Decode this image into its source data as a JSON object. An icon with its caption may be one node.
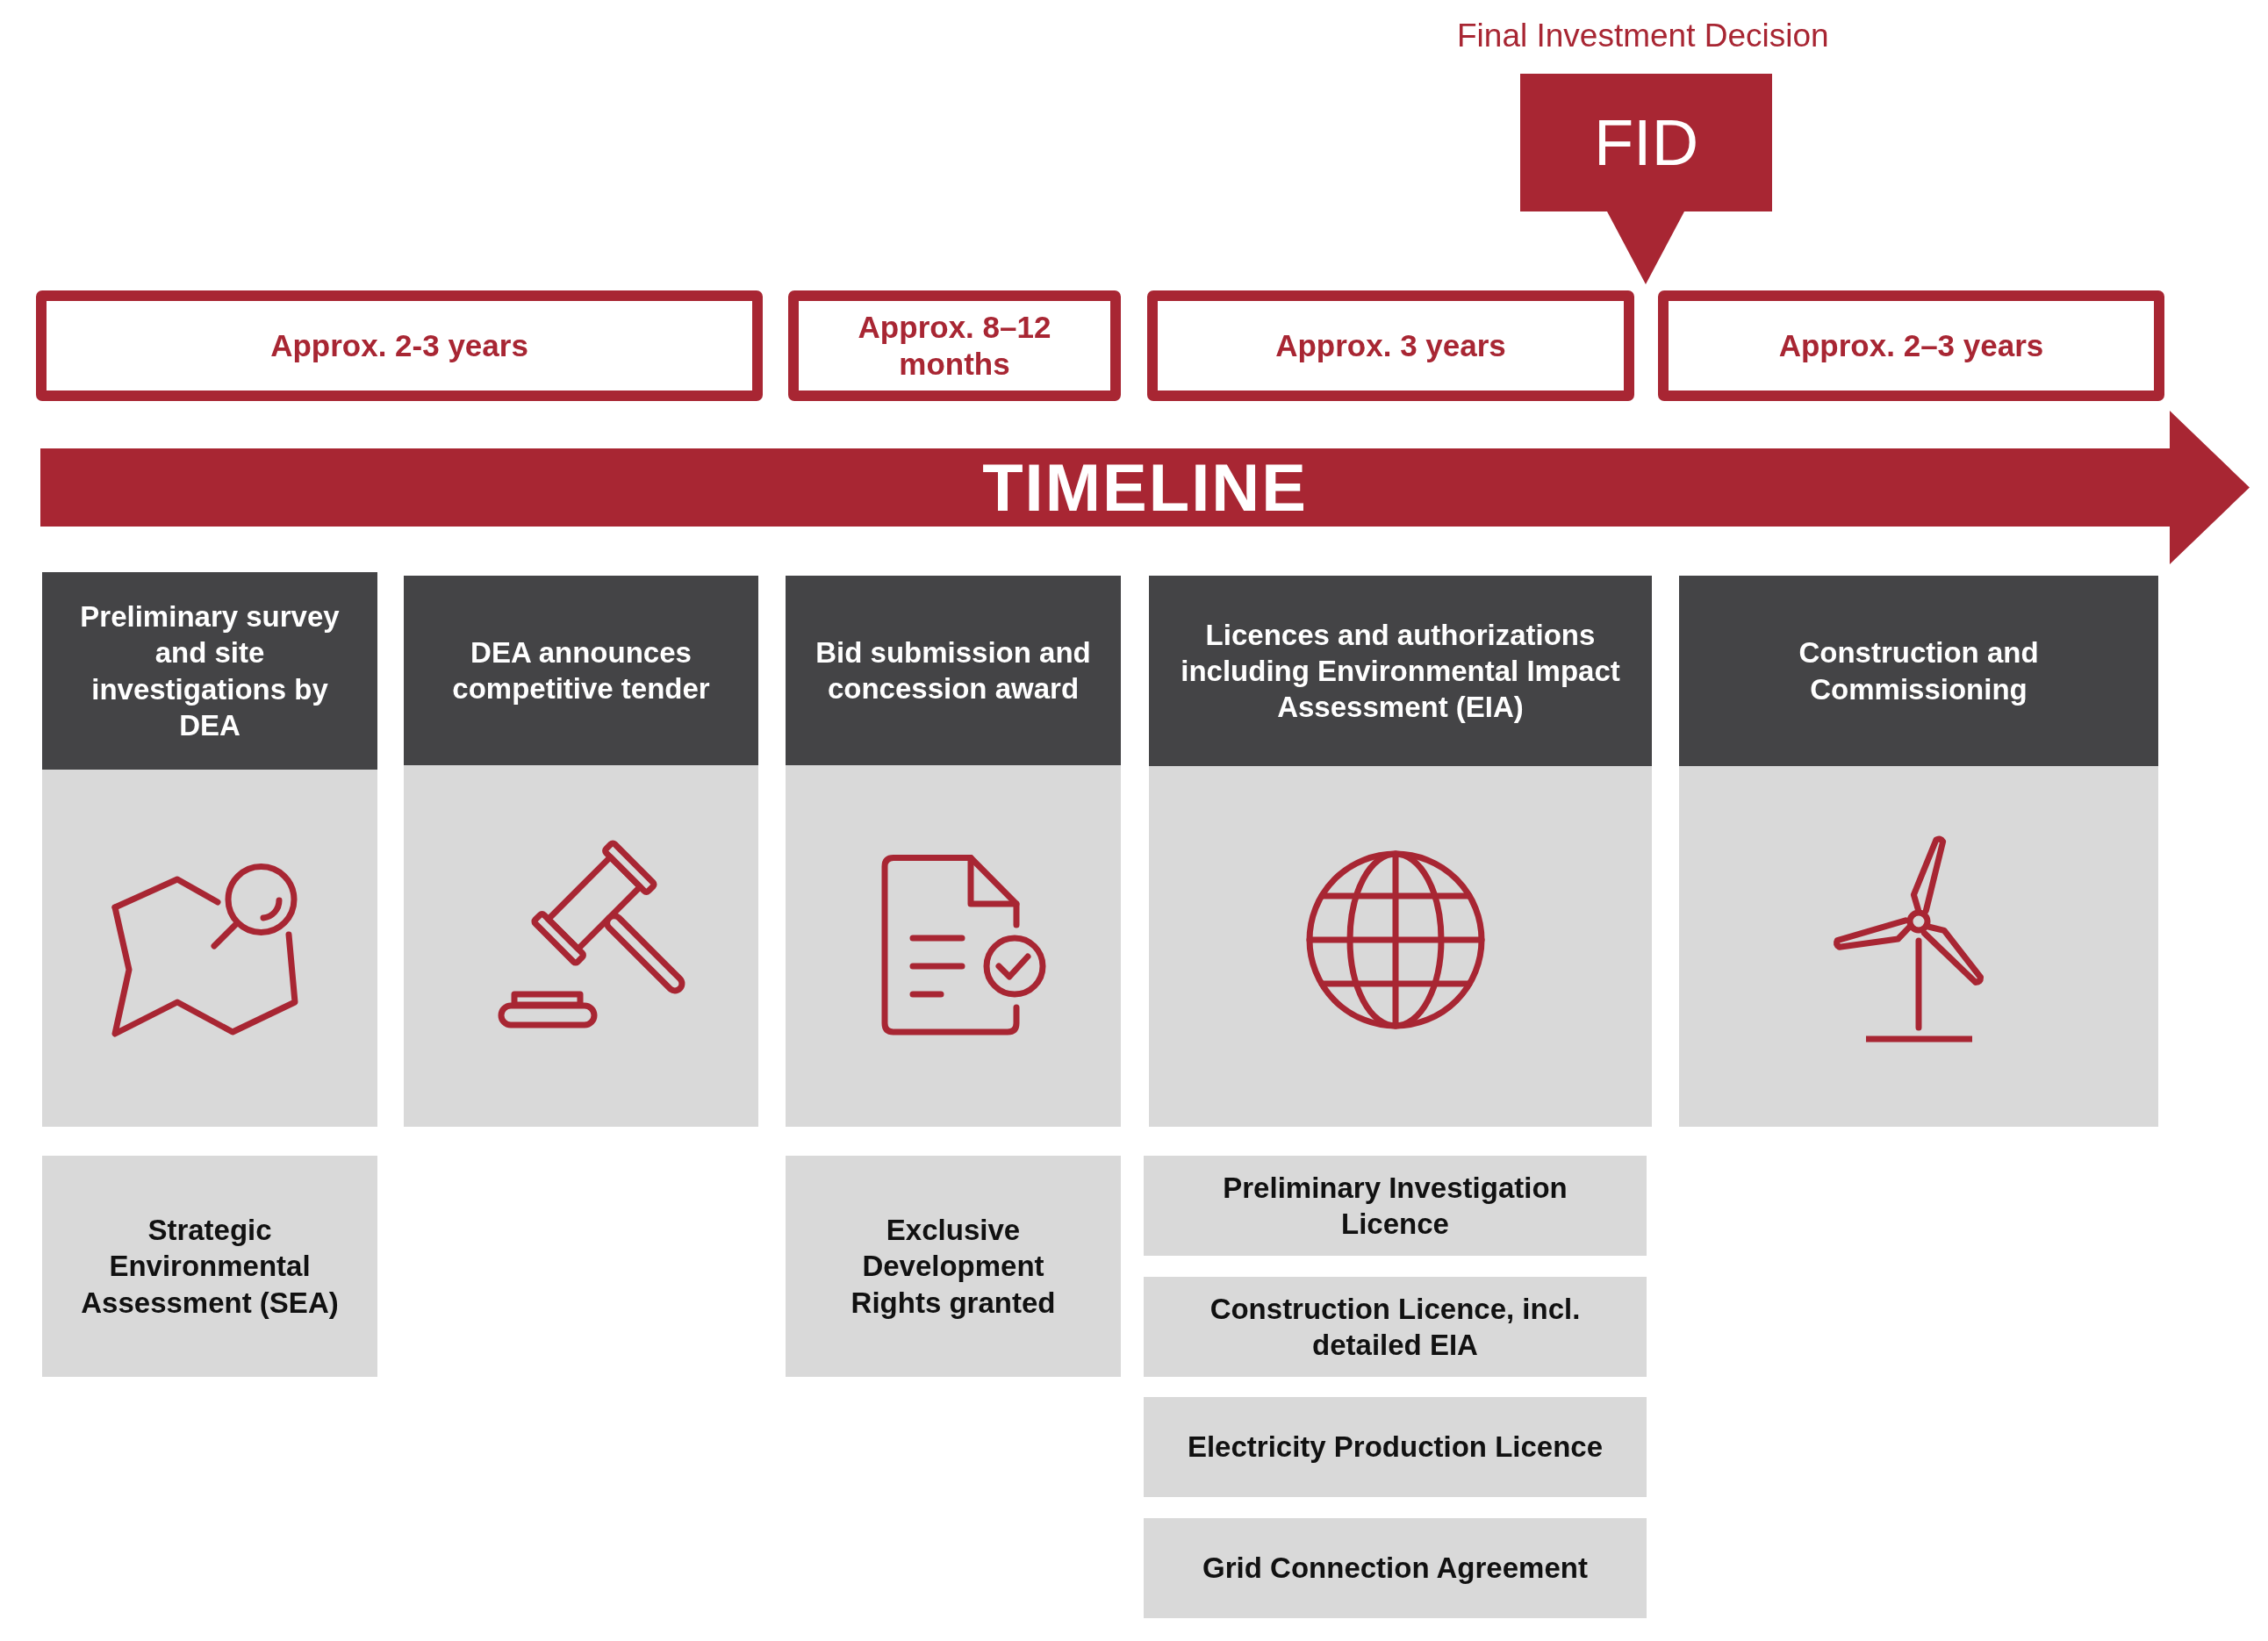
{
  "diagram": {
    "nodes": [
      {
        "text": [
          "FID"
        ],
        "beside": [
          "Final Investment Decision"
        ]
      },
      {
        "text": [
          "Approx. 2-3 years"
        ]
      },
      {
        "text": [
          "Approx. 8–12 months"
        ]
      },
      {
        "text": [
          "Approx. 3 years"
        ]
      },
      {
        "text": [
          "Approx. 2–3 years"
        ]
      },
      {
        "text": [
          "TIMELINE"
        ]
      },
      {
        "text": [
          "Preliminary survey and site investigations by DEA"
        ]
      },
      {
        "text": [
          "DEA announces competitive tender"
        ]
      },
      {
        "text": [
          "Bid submission and concession award"
        ]
      },
      {
        "text": [
          "Licences and authorizations including Environmental Impact Assessment (EIA)"
        ]
      },
      {
        "text": [
          "Construction and Commissioning"
        ]
      },
      {
        "text": [],
        "shape": "picture"
      },
      {
        "text": [],
        "shape": "picture"
      },
      {
        "text": [],
        "shape": "picture"
      },
      {
        "text": [],
        "shape": "picture"
      },
      {
        "text": [],
        "shape": "picture"
      },
      {
        "text": [
          "Strategic Environmental Assessment (SEA)"
        ]
      },
      {
        "text": [
          "Exclusive Development Rights granted"
        ]
      },
      {
        "text": [
          "Preliminary Investigation Licence"
        ]
      },
      {
        "text": [
          "Construction Licence, incl. detailed EIA"
        ]
      },
      {
        "text": [
          "Electricity Production Licence"
        ]
      },
      {
        "text": [
          "Grid Connection Agreement"
        ]
      }
    ]
  }
}
